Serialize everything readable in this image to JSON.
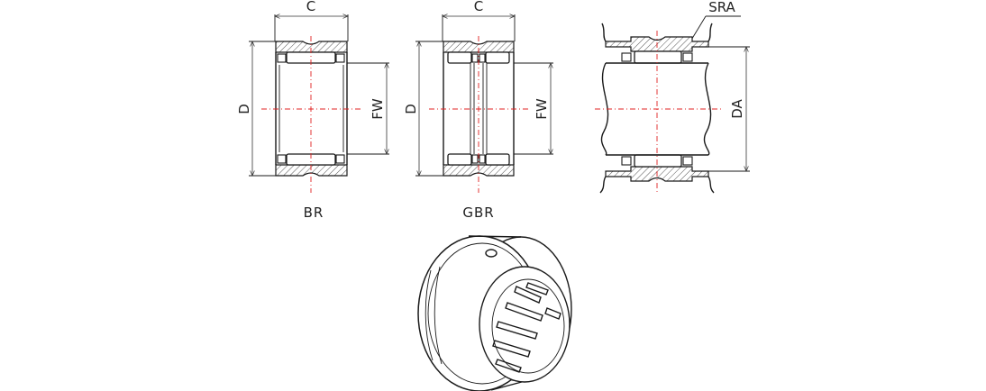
{
  "diagram": {
    "dimension_labels": {
      "c": "C",
      "d": "D",
      "fw": "FW",
      "da": "DA",
      "sra": "SRA"
    },
    "captions": {
      "br": "BR",
      "gbr": "GBR"
    },
    "colors": {
      "outline": "#1a1a1a",
      "centerline": "#e02020",
      "hatch": "#555555"
    }
  }
}
